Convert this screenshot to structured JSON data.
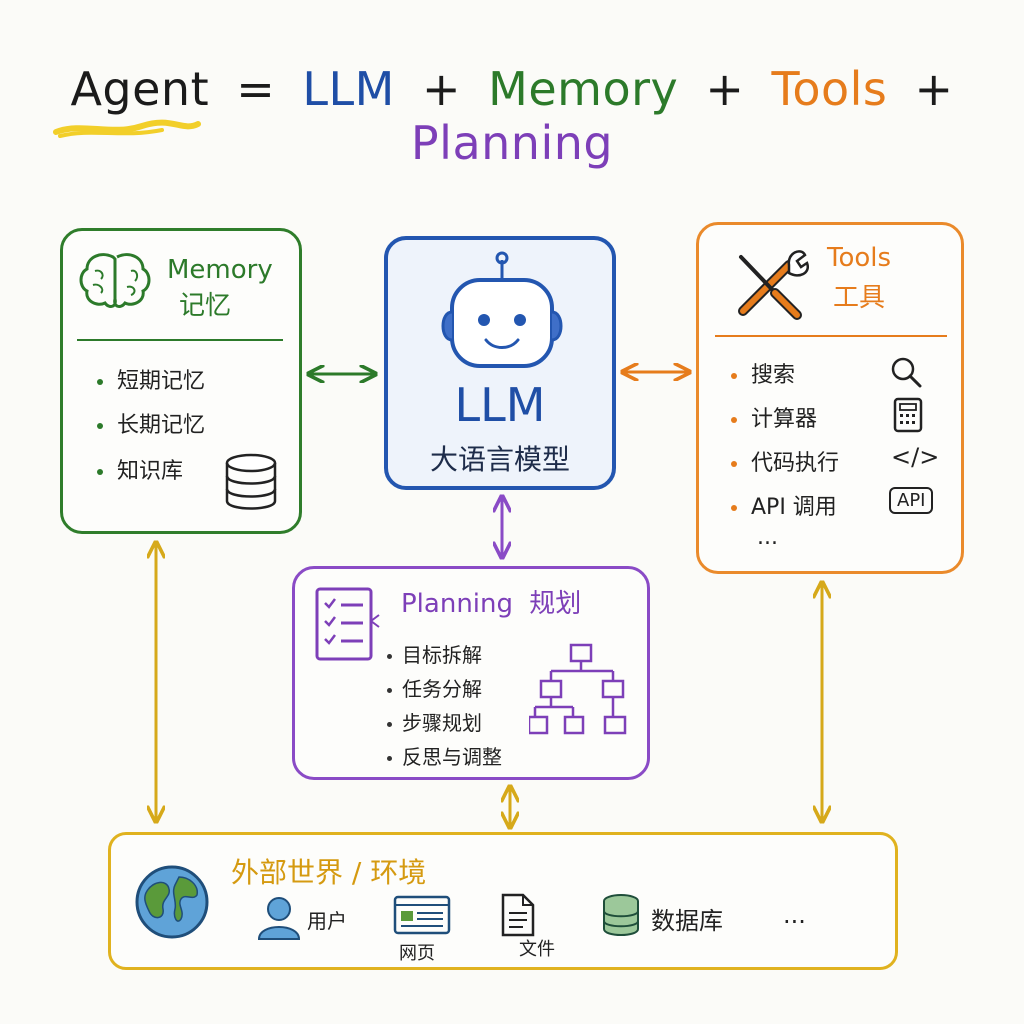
{
  "title": {
    "agent": "Agent",
    "eq": "=",
    "llm": "LLM",
    "plus1": "+",
    "memory": "Memory",
    "plus2": "+",
    "tools": "Tools",
    "plus3": "+",
    "planning": "Planning"
  },
  "memory": {
    "title_en": "Memory",
    "title_zh": "记忆",
    "items": [
      "短期记忆",
      "长期记忆",
      "知识库"
    ]
  },
  "llm": {
    "title": "LLM",
    "subtitle": "大语言模型"
  },
  "tools": {
    "title_en": "Tools",
    "title_zh": "工具",
    "items": [
      "搜索",
      "计算器",
      "代码执行",
      "API 调用"
    ],
    "more": "...",
    "code_icon_text": "</>",
    "api_badge": "API"
  },
  "planning": {
    "title_en": "Planning",
    "title_zh": "规划",
    "items": [
      "目标拆解",
      "任务分解",
      "步骤规划",
      "反思与调整"
    ]
  },
  "world": {
    "title": "外部世界 / 环境",
    "items": [
      "用户",
      "网页",
      "文件",
      "数据库"
    ],
    "more": "..."
  },
  "colors": {
    "memory": "#2c7a2a",
    "llm": "#1f4ea6",
    "tools": "#e67c1c",
    "planning": "#7d3fb8",
    "world": "#e0b21f"
  }
}
